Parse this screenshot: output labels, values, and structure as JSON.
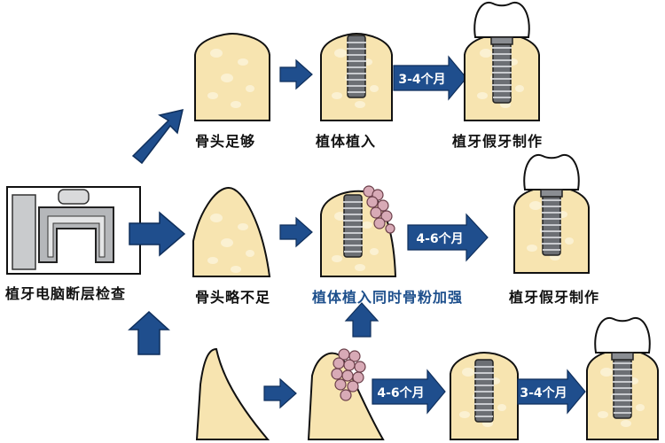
{
  "labels": {
    "ct_scan": "植牙电脑断层检查",
    "bone_sufficient": "骨头足够",
    "bone_slightly_insufficient": "骨头略不足",
    "implant_placement": "植体植入",
    "implant_with_bone_graft": "植体植入同时骨粉加强",
    "crown_top": "植牙假牙制作",
    "crown_mid": "植牙假牙制作"
  },
  "durations": {
    "top_wait": "3-4个月",
    "mid_wait": "4-6个月",
    "bottom_wait_1": "4-6个月",
    "bottom_wait_2": "3-4个月"
  },
  "colors": {
    "arrow": "#1f4e8d",
    "arrow_edge": "#0f2f5c",
    "bone": "#f7e4b0",
    "bone_spot": "#fbf1d2",
    "screw": "#6c6f74",
    "graft": "#d8aab6",
    "crown": "#ffffff",
    "outline": "#111111",
    "highlight_text": "#1d4f8c"
  }
}
